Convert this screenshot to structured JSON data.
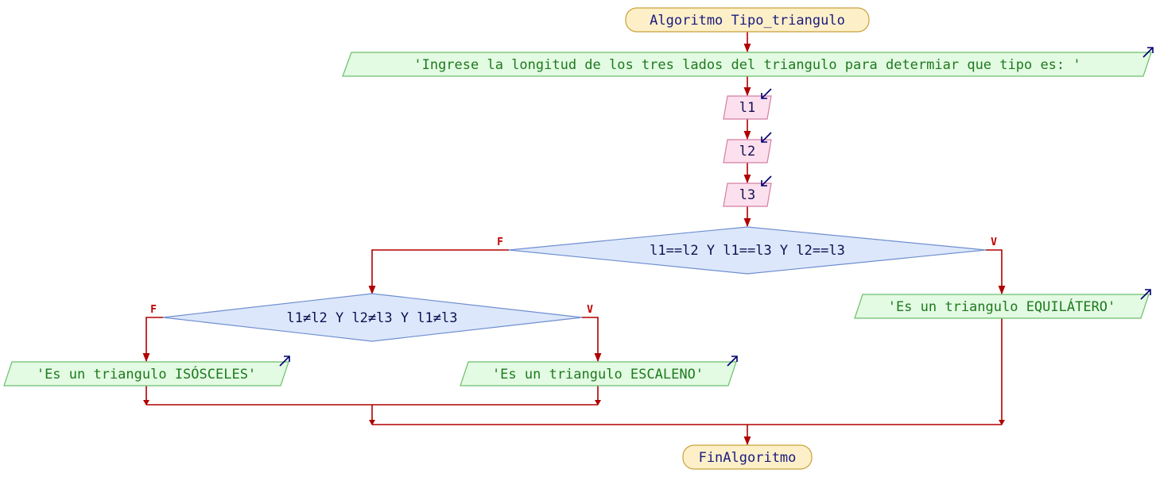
{
  "flowchart": {
    "start": "Algoritmo Tipo_triangulo",
    "prompt": "'Ingrese la longitud de los tres lados del triangulo para determiar que tipo es: '",
    "inputs": [
      "l1",
      "l2",
      "l3"
    ],
    "decision_outer": {
      "condition": "l1==l2 Y l1==l3 Y l2==l3",
      "false_label": "F",
      "true_label": "V"
    },
    "decision_inner": {
      "condition": "l1≠l2 Y l2≠l3 Y l1≠l3",
      "false_label": "F",
      "true_label": "V"
    },
    "out_equilatero": "'Es un triangulo EQUILÁTERO'",
    "out_isosceles": "'Es un triangulo ISÓSCELES'",
    "out_escaleno": "'Es un triangulo ESCALENO'",
    "end": "FinAlgoritmo"
  },
  "colors": {
    "terminal_fill": "#fdf0c8",
    "terminal_stroke": "#c9a13a",
    "output_fill": "#e3fae3",
    "output_stroke": "#6cbf6c",
    "input_fill": "#fde0ee",
    "input_stroke": "#d47ea3",
    "decision_fill": "#dce7fb",
    "decision_stroke": "#6f8fd0",
    "edge": "#b00000"
  }
}
